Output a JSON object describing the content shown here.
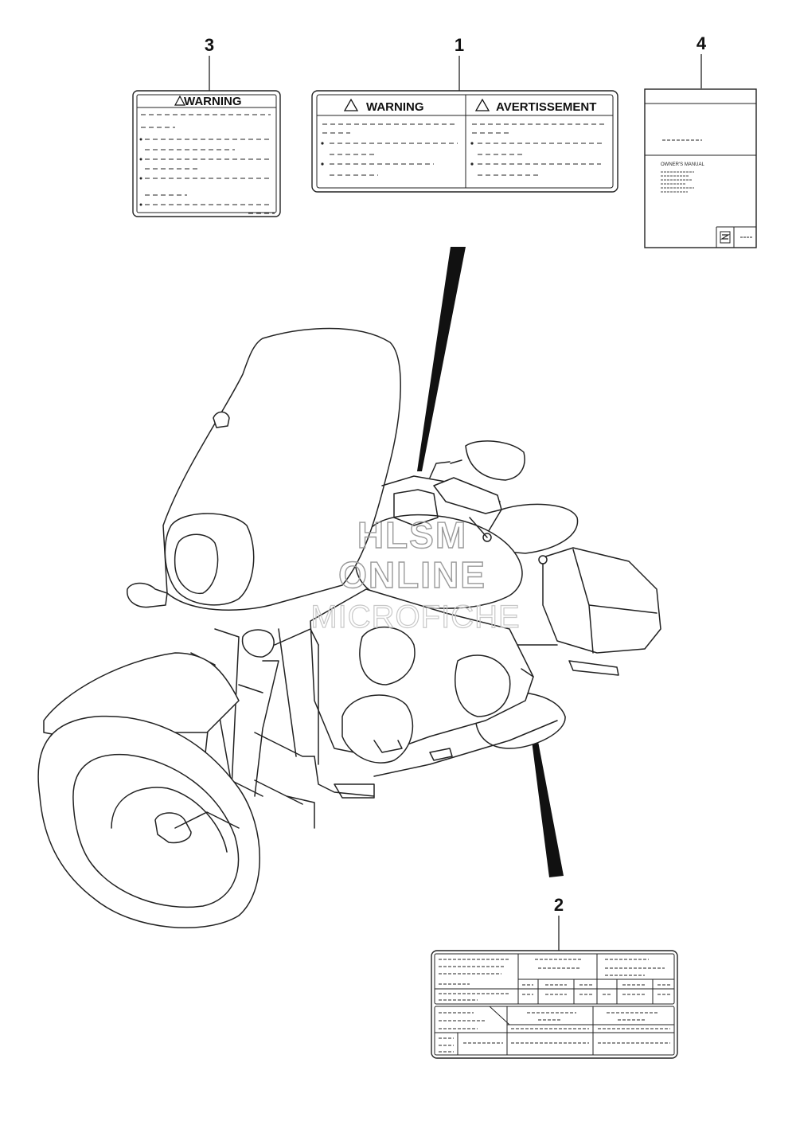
{
  "callouts": {
    "c1": "1",
    "c2": "2",
    "c3": "3",
    "c4": "4"
  },
  "label1": {
    "left_title": "WARNING",
    "right_title": "AVERTISSEMENT"
  },
  "label3": {
    "title": "WARNING"
  },
  "label4": {
    "caption": "OWNER'S MANUAL"
  },
  "watermark": {
    "line1": "HLSM",
    "line2": "ONLINE",
    "line3": "MICROFICHE"
  }
}
